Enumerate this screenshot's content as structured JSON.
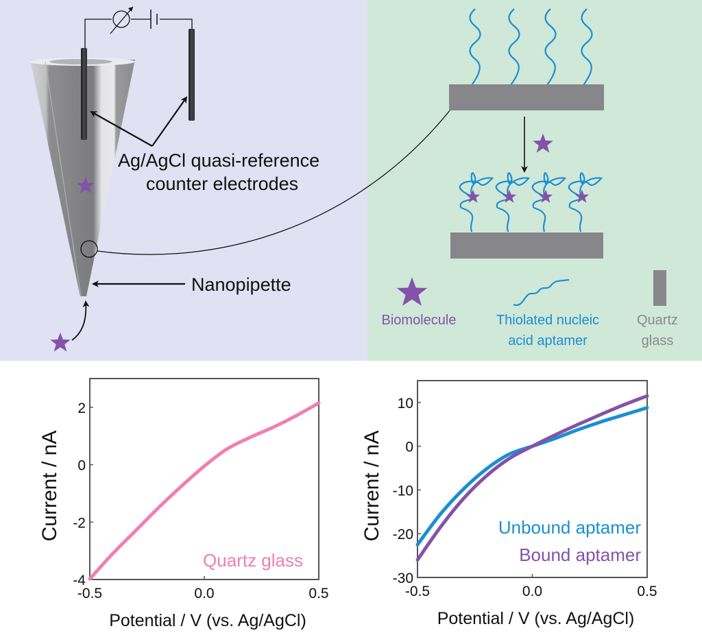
{
  "colors": {
    "left_panel_bg": "#e0e1f2",
    "right_panel_bg": "#d0e8d8",
    "biomolecule": "#8452a9",
    "aptamer": "#1a8fd2",
    "quartz": "#87878b",
    "quartz_label": "#8a8a8a",
    "quartz_curve": "#f07fb0",
    "text": "#111111"
  },
  "schematic": {
    "electrode_label_line1": "Ag/AgCl quasi-reference",
    "electrode_label_line2": "counter electrodes",
    "nanopipette_label": "Nanopipette",
    "icons": [
      "ammeter-icon",
      "battery-icon",
      "biomolecule-star-icon"
    ]
  },
  "legend": {
    "biomolecule": "Biomolecule",
    "aptamer_line1": "Thiolated nucleic",
    "aptamer_line2": "acid aptamer",
    "quartz_line1": "Quartz",
    "quartz_line2": "glass"
  },
  "chart_data": [
    {
      "type": "line",
      "title": "",
      "xlabel": "Potential / V (vs. Ag/AgCl)",
      "ylabel": "Current / nA",
      "xlim": [
        -0.5,
        0.5
      ],
      "ylim": [
        -4,
        3
      ],
      "xticks": [
        -0.5,
        0.0,
        0.5
      ],
      "xtick_labels": [
        "-0.5",
        "0.0",
        "0.5"
      ],
      "yticks": [
        -4,
        -2,
        0,
        2
      ],
      "ytick_labels": [
        "-4",
        "-2",
        "0",
        "2"
      ],
      "grid": false,
      "legend_position": "bottom-right",
      "series": [
        {
          "name": "Quartz glass",
          "color": "#f07fb0",
          "x": [
            -0.5,
            -0.4,
            -0.3,
            -0.2,
            -0.1,
            0.0,
            0.1,
            0.2,
            0.3,
            0.4,
            0.5
          ],
          "y": [
            -3.98,
            -3.1,
            -2.3,
            -1.5,
            -0.75,
            -0.05,
            0.55,
            0.95,
            1.3,
            1.7,
            2.15
          ]
        }
      ]
    },
    {
      "type": "line",
      "title": "",
      "xlabel": "Potential / V (vs. Ag/AgCl)",
      "ylabel": "Current / nA",
      "xlim": [
        -0.5,
        0.5
      ],
      "ylim": [
        -30,
        15
      ],
      "xticks": [
        -0.5,
        0.0,
        0.5
      ],
      "xtick_labels": [
        "-0.5",
        "0.0",
        "0.5"
      ],
      "yticks": [
        -30,
        -20,
        -10,
        0,
        10
      ],
      "ytick_labels": [
        "-30",
        "-20",
        "-10",
        "0",
        "10"
      ],
      "grid": false,
      "legend_position": "bottom-right",
      "series": [
        {
          "name": "Unbound aptamer",
          "color": "#1a8fd2",
          "x": [
            -0.5,
            -0.4,
            -0.3,
            -0.2,
            -0.1,
            0.0,
            0.1,
            0.2,
            0.3,
            0.4,
            0.5
          ],
          "y": [
            -22.5,
            -15.5,
            -9.8,
            -5.2,
            -1.8,
            0.0,
            1.8,
            3.8,
            5.6,
            7.2,
            8.8
          ]
        },
        {
          "name": "Bound aptamer",
          "color": "#8452a9",
          "x": [
            -0.5,
            -0.4,
            -0.3,
            -0.2,
            -0.1,
            0.0,
            0.1,
            0.2,
            0.3,
            0.4,
            0.5
          ],
          "y": [
            -26.0,
            -18.5,
            -12.0,
            -6.8,
            -2.8,
            0.0,
            2.6,
            5.0,
            7.3,
            9.5,
            11.5
          ]
        }
      ]
    }
  ]
}
